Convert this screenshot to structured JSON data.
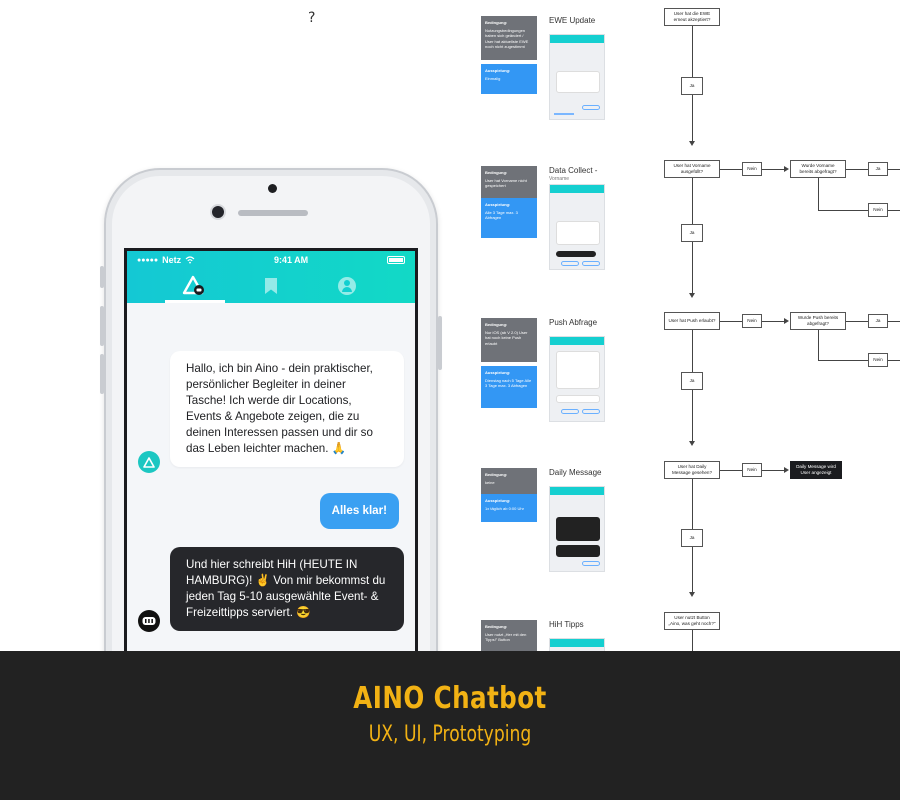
{
  "stray_mark": "?",
  "phone": {
    "status": {
      "carrier": "Netz",
      "time": "9:41 AM"
    },
    "messages": {
      "bot_intro": "Hallo, ich bin Aino - dein praktischer, persönlicher Begleiter in deiner Tasche! Ich werde dir Locations, Events & Angebote zeigen, die zu deinen Interessen passen und dir so das Leben leichter machen. 🙏",
      "user_reply": "Alles klar!",
      "hih_message": "Und hier schreibt HiH (HEUTE IN HAMBURG)! ✌️ Von mir bekommst du jeden Tag 5-10 ausgewählte Event- & Freizeittipps serviert. 😎"
    },
    "colors": {
      "header": "#14c8d4",
      "user_bubble": "#3aa0f2",
      "dark_bubble": "#26272b"
    }
  },
  "cards": [
    {
      "title": "EWE Update",
      "subtitle": "",
      "cond_label": "Bedingung:",
      "cond_text": "Nutzungsbedingungen haben sich geändert / User hat aktuellste EWE noch nicht zugestimmt",
      "aus_label": "Ausspielung:",
      "aus_text": "Einmalig"
    },
    {
      "title": "Data Collect -",
      "subtitle": "Vorname",
      "cond_label": "Bedingung:",
      "cond_text": "User hat Vorname nicht gespeichert",
      "aus_label": "Ausspielung:",
      "aus_text": "Alle 3 Tage max. 3 Abfragen"
    },
    {
      "title": "Push Abfrage",
      "subtitle": "",
      "cond_label": "Bedingung:",
      "cond_text": "Nur iOS (ab V 2.0) User hat noch keine Push erlaubt",
      "aus_label": "Ausspielung:",
      "aus_text": "Dienstag nach 5 Tage Alle 3 Tage max. 3 Abfragen"
    },
    {
      "title": "Daily Message",
      "subtitle": "",
      "cond_label": "Bedingung:",
      "cond_text": "keine",
      "aus_label": "Ausspielung:",
      "aus_text": "1x täglich ab 0:00 Uhr"
    },
    {
      "title": "HiH Tipps",
      "subtitle": "",
      "cond_label": "Bedingung:",
      "cond_text": "User nutzt „Her mit den Tipps!\" Button",
      "aus_label": "",
      "aus_text": ""
    }
  ],
  "flow": {
    "q1": "User hat die EWE erneut akzeptiert?",
    "ja1": "Ja",
    "q2": "User hat Vorname ausgefüllt?",
    "nein2": "Nein",
    "q2b": "Wurde Vorname bereits abgefragt?",
    "ja2b": "Ja",
    "nein2b": "Nein",
    "ja2": "Ja",
    "q3": "User hat Push erlaubt?",
    "nein3": "Nein",
    "q3b": "Wurde Push bereits abgefragt?",
    "ja3b": "Ja",
    "nein3b": "Nein",
    "ja3": "Ja",
    "q4": "User hat Daily Message gesehen?",
    "nein4": "Nein",
    "q4b": "Daily Message wird User angezeigt",
    "ja4": "Ja",
    "q5": "User nutzt Button „Aino, was geht noch?\""
  },
  "footer": {
    "title": "AINO Chatbot",
    "subtitle": "UX, UI, Prototyping",
    "accent": "#f2b214",
    "background": "#222222"
  }
}
